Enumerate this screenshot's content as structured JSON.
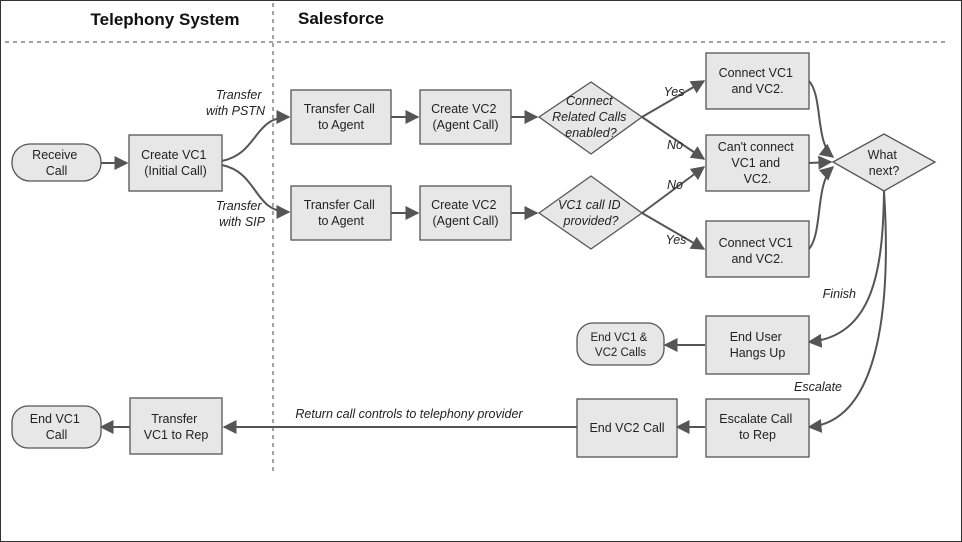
{
  "lanes": {
    "telephony": "Telephony System",
    "salesforce": "Salesforce"
  },
  "nodes": {
    "receive_call": [
      "Receive",
      "Call"
    ],
    "create_vc1": [
      "Create VC1",
      "(Initial Call)"
    ],
    "transfer_agent_pstn": [
      "Transfer Call",
      "to Agent"
    ],
    "transfer_agent_sip": [
      "Transfer Call",
      "to Agent"
    ],
    "create_vc2_pstn": [
      "Create VC2",
      "(Agent Call)"
    ],
    "create_vc2_sip": [
      "Create VC2",
      "(Agent Call)"
    ],
    "related_calls_decision": [
      "Connect",
      "Related Calls",
      "enabled?"
    ],
    "vc1_id_decision": [
      "VC1 call ID",
      "provided?"
    ],
    "connect_top": [
      "Connect VC1",
      "and VC2."
    ],
    "cant_connect": [
      "Can't connect",
      "VC1 and",
      "VC2."
    ],
    "connect_bottom": [
      "Connect VC1",
      "and VC2."
    ],
    "what_next": [
      "What",
      "next?"
    ],
    "end_user_hangs_up": [
      "End User",
      "Hangs Up"
    ],
    "end_vc1_vc2": [
      "End VC1 &",
      "VC2 Calls"
    ],
    "escalate_call": [
      "Escalate Call",
      "to Rep"
    ],
    "end_vc2_call": [
      "End VC2 Call"
    ],
    "transfer_vc1_rep": [
      "Transfer",
      "VC1 to Rep"
    ],
    "end_vc1_call": [
      "End VC1",
      "Call"
    ]
  },
  "edge_labels": {
    "pstn": [
      "Transfer",
      "with PSTN"
    ],
    "sip": [
      "Transfer",
      "with SIP"
    ],
    "yes_top": "Yes",
    "no_top": "No",
    "no_bottom": "No",
    "yes_bottom": "Yes",
    "finish": "Finish",
    "escalate": "Escalate",
    "return_controls": "Return call controls to telephony provider"
  }
}
